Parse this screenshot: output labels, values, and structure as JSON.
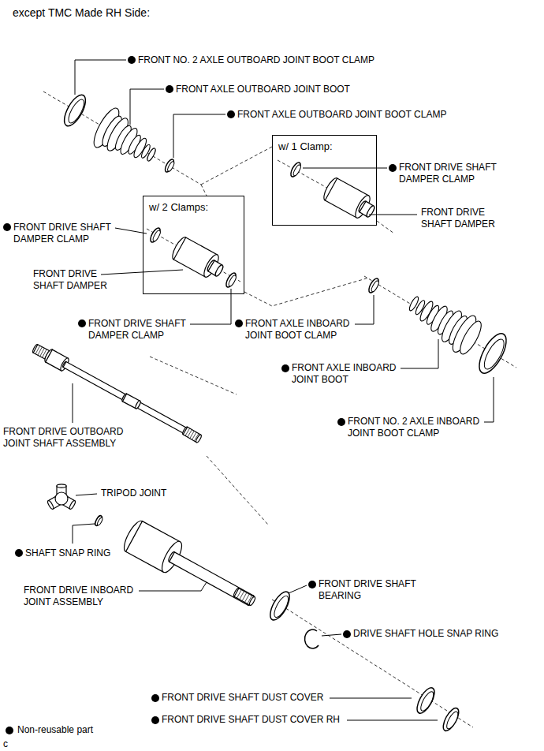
{
  "diagram": {
    "title": "except TMC Made RH Side:",
    "nodes": [
      {
        "text": [
          "w/ 1 Clamp:"
        ]
      },
      {
        "text": [
          "w/ 2 Clamps:"
        ]
      }
    ],
    "labels": [
      "FRONT NO. 2 AXLE OUTBOARD JOINT BOOT CLAMP",
      "FRONT AXLE OUTBOARD JOINT BOOT",
      "FRONT AXLE OUTBOARD JOINT BOOT CLAMP",
      "FRONT DRIVE SHAFT DAMPER CLAMP",
      "FRONT DRIVE SHAFT DAMPER",
      "FRONT DRIVE SHAFT DAMPER CLAMP",
      "FRONT DRIVE SHAFT DAMPER",
      "FRONT DRIVE SHAFT DAMPER CLAMP",
      "FRONT AXLE INBOARD JOINT BOOT CLAMP",
      "FRONT AXLE INBOARD JOINT BOOT",
      "FRONT NO. 2 AXLE INBOARD JOINT BOOT CLAMP",
      "FRONT DRIVE OUTBOARD JOINT SHAFT ASSEMBLY",
      "TRIPOD JOINT",
      "SHAFT SNAP RING",
      "FRONT DRIVE INBOARD JOINT ASSEMBLY",
      "FRONT DRIVE SHAFT BEARING",
      "DRIVE SHAFT HOLE SNAP RING",
      "FRONT DRIVE SHAFT DUST COVER",
      "FRONT DRIVE SHAFT DUST COVER RH",
      "c"
    ],
    "legend": [
      {
        "text": "Non-reusable part"
      }
    ]
  }
}
